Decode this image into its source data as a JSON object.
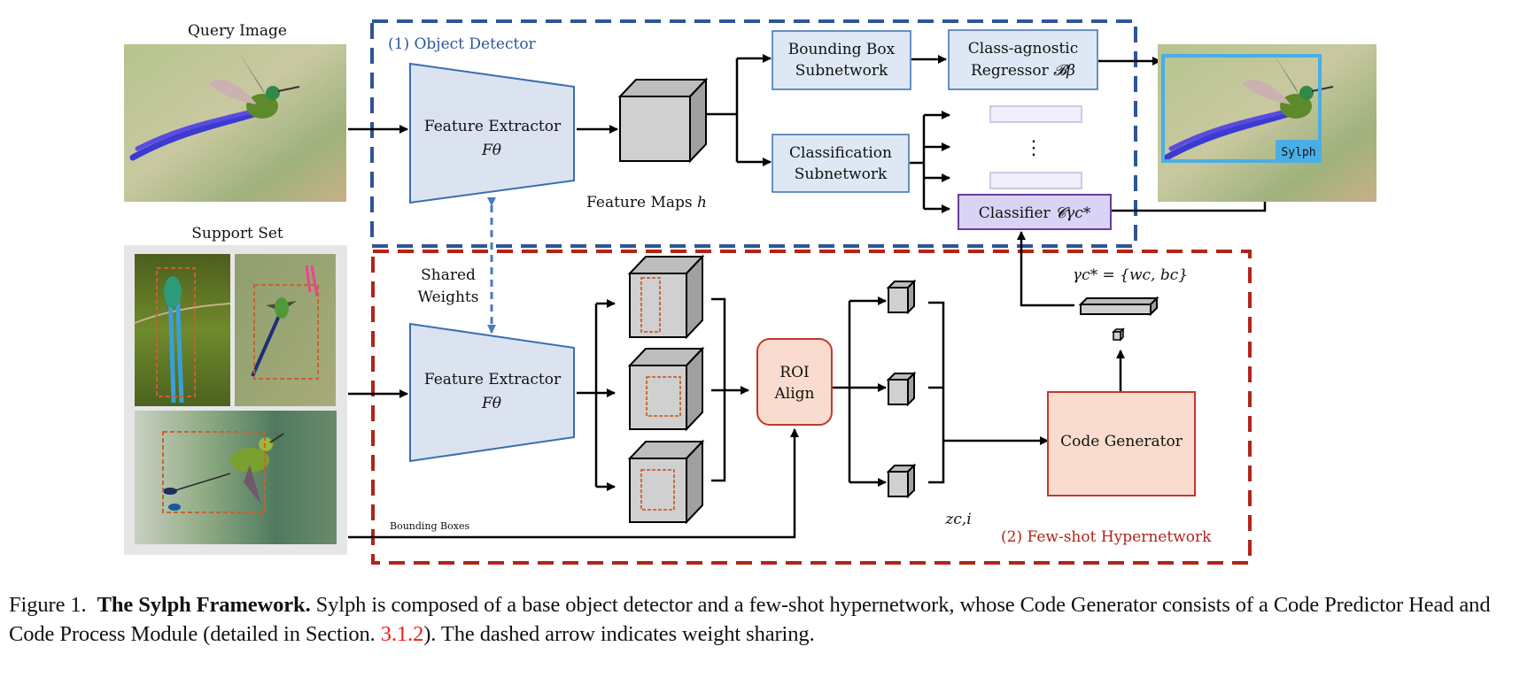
{
  "figure": {
    "query_image_label": "Query Image",
    "support_set_label": "Support Set",
    "detector_title": "(1) Object Detector",
    "hypernetwork_title": "(2) Few-shot Hypernetwork",
    "feature_extractor_label": "Feature Extractor",
    "feature_extractor_symbol": "Fθ",
    "feature_maps_label": "Feature Maps",
    "feature_maps_symbol": "h",
    "bbox_subnet_line1": "Bounding Box",
    "bbox_subnet_line2": "Subnetwork",
    "regressor_line1": "Class-agnostic",
    "regressor_line2": "Regressor",
    "regressor_symbol": "𝓑β",
    "cls_subnet_line1": "Classification",
    "cls_subnet_line2": "Subnetwork",
    "classifier_label": "Classifier",
    "classifier_symbol": "𝓒γc*",
    "vertical_ellipsis": "⋮",
    "output_tag": "Sylph",
    "shared_weights_line1": "Shared",
    "shared_weights_line2": "Weights",
    "bounding_boxes_label": "Bounding Boxes",
    "roi_line1": "ROI",
    "roi_line2": "Align",
    "z_symbol": "zc,i",
    "code_generator_label": "Code Generator",
    "gamma_equation": "γc* = {wc, bc}"
  },
  "caption": {
    "prefix": "Figure 1.",
    "title": "The Sylph Framework.",
    "text_1": " Sylph is composed of a base object detector and a few-shot hypernetwork, whose Code Generator consists of a Code Predictor Head and Code Process Module (detailed in Section. ",
    "ref": "3.1.2",
    "text_2": "). The dashed arrow indicates weight sharing."
  },
  "colors": {
    "detector_border": "#2f5597",
    "hypernet_border": "#b22418",
    "box_blue_fill": "#dde8f4",
    "box_blue_border": "#3a6fb0",
    "classifier_fill": "#d9d3f5",
    "classifier_border": "#6a3d9a",
    "salmon_fill": "#f9dccf",
    "salmon_border": "#c0392b",
    "bbox_orange": "#c8622e",
    "sylph_blue": "#4aaee6",
    "cube_face": "#d0d0d0",
    "link_red": "#e8221b"
  }
}
